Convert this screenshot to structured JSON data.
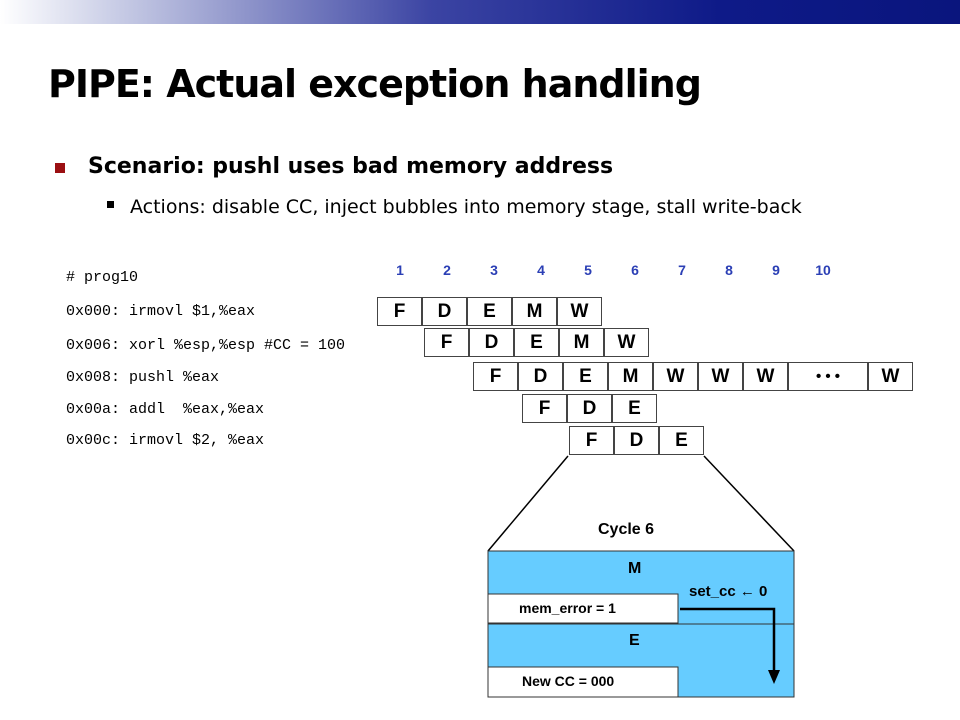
{
  "slide": {
    "title": "PIPE: Actual exception handling",
    "bullet": "Scenario: pushl uses bad memory address",
    "sub_bullet": "Actions: disable CC, inject bubbles into memory stage, stall write-back"
  },
  "program": {
    "label": "# prog10",
    "lines": [
      "0x000: irmovl $1,%eax",
      "0x006: xorl %esp,%esp #CC = 100",
      "0x008: pushl %eax",
      "0x00a: addl  %eax,%eax",
      "0x00c: irmovl $2, %eax"
    ]
  },
  "cycles": [
    "1",
    "2",
    "3",
    "4",
    "5",
    "6",
    "7",
    "8",
    "9",
    "10"
  ],
  "pipeline_rows": [
    [
      "F",
      "D",
      "E",
      "M",
      "W"
    ],
    [
      "F",
      "D",
      "E",
      "M",
      "W"
    ],
    [
      "F",
      "D",
      "E",
      "M",
      "W",
      "W",
      "W",
      "W"
    ],
    [
      "F",
      "D",
      "E"
    ],
    [
      "F",
      "D",
      "E"
    ]
  ],
  "ellipsis": "• • •",
  "detail": {
    "cycle_label": "Cycle 6",
    "m_label": "M",
    "e_label": "E",
    "mem_error": "mem_error = 1",
    "set_cc": "set_cc ← 0",
    "new_cc": "New CC = 000"
  },
  "colors": {
    "stage_fill": "#66ccff",
    "cycle_numbers": "#2b3fb5",
    "bullet_square": "#9b0f12"
  }
}
